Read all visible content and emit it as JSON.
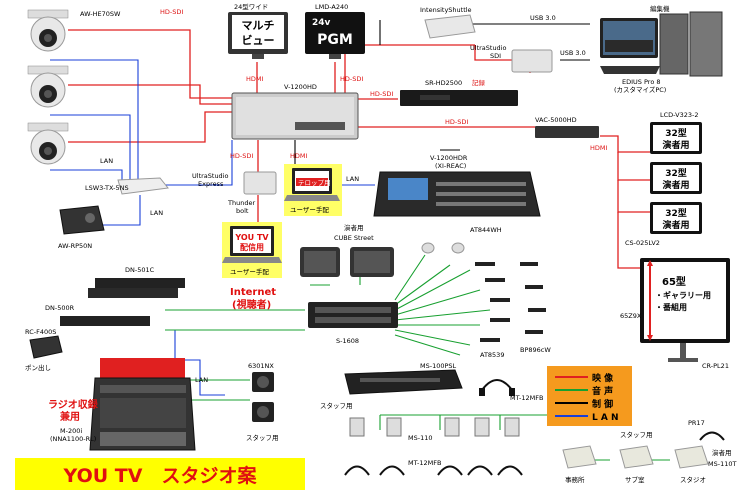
{
  "labels": {
    "cam1": "AW-HE70SW",
    "hdsdi_top": "HD-SDI",
    "wide_monitor_label": "24型ワイド",
    "multiview": "マルチ\nビュー",
    "lmd_label": "LMD-A240",
    "pgm_size": "24v",
    "pgm": "PGM",
    "intensity": "IntensityShuttle",
    "usb1": "USB 3.0",
    "usb2": "USB 3.0",
    "editor": "編集機",
    "ultrastudio_sdi": "UltraStudio\nSDI",
    "edius": "EDIUS Pro 8",
    "custom_pc": "(カスタマイズPC)",
    "hdmi_left": "HDMI",
    "v1200hd": "V-1200HD",
    "hdsdi_mid": "HD-SDI",
    "sr_label": "SR-HD2500",
    "record": "記録",
    "hdsdi_sr": "HD-SDI",
    "hdsdi_right": "HD-SDI",
    "vac": "VAC-5000HD",
    "lcd": "LCD-V323-2",
    "hdmi_vac": "HDMI",
    "mon32_1": "32型\n演者用",
    "mon32_2": "32型\n演者用",
    "mon32_3": "32型\n演者用",
    "cs": "CS-025LV2",
    "lan1": "LAN",
    "lsw": "LSW3-TX-5NS",
    "lan2": "LAN",
    "awrp": "AW-RP50N",
    "hdsdi_us": "HD-SDI",
    "hdmi_tel": "HDMI",
    "ultrastudio_exp": "UltraStudio\nExpress",
    "telop": "テロップ用",
    "user1": "ユーザー手配",
    "lan3": "LAN",
    "v1200hdr": "V-1200HDR",
    "xireac": "(XI-REAC)",
    "thunderbolt": "Thunder\nbolt",
    "youtv_stream": "YOU TV\n配信用",
    "user2": "ユーザー手配",
    "internet": "Internet",
    "viewers": "(視聴者)",
    "performer": "演者用",
    "cube": "CUBE Street",
    "at844": "AT844WH",
    "dn501c": "DN-501C",
    "dn500r": "DN-500R",
    "rcf400s": "RC-F400S",
    "s1608": "S-1608",
    "at8539": "AT8539",
    "bp896": "BP896cW",
    "mon65": "65型\n・ギャラリー用\n・番組用",
    "size65": "65Z9X",
    "crpl": "CR-PL21",
    "bon": "ポン出し",
    "lan4": "LAN",
    "radio": "ラジオ収録\n兼用",
    "m200": "M-200i",
    "nna": "(NNA1100-RL)",
    "d6301": "6301NX",
    "staff_spk": "スタッフ用",
    "ms100": "MS-100PSL",
    "mt12fb_1": "MT-12MFB",
    "staff1": "スタッフ用",
    "ms110": "MS-110",
    "mt12fb_2": "MT-12MFB",
    "leg_video": "映 像",
    "leg_audio": "音 声",
    "leg_ctrl": "制 御",
    "leg_lan": "L A N",
    "staff2": "スタッフ用",
    "pr17": "PR17",
    "performer2": "演者用",
    "ms110t": "MS-110T",
    "office": "事務所",
    "sub": "サブ室",
    "studio": "スタジオ",
    "title": "YOU TV　スタジオ案"
  },
  "colors": {
    "video": "#e02020",
    "audio": "#18a030",
    "control": "#000000",
    "lan": "#1a3fd8",
    "legend_bg": "#f59a1e",
    "title_bg": "#ffff00",
    "title_text": "#e01010"
  },
  "icons": [
    "ptz-camera-icon",
    "monitor-icon",
    "switcher-icon",
    "recorder-icon",
    "pc-icon",
    "laptop-icon",
    "speaker-icon",
    "microphone-icon",
    "headset-icon",
    "mixer-icon"
  ]
}
